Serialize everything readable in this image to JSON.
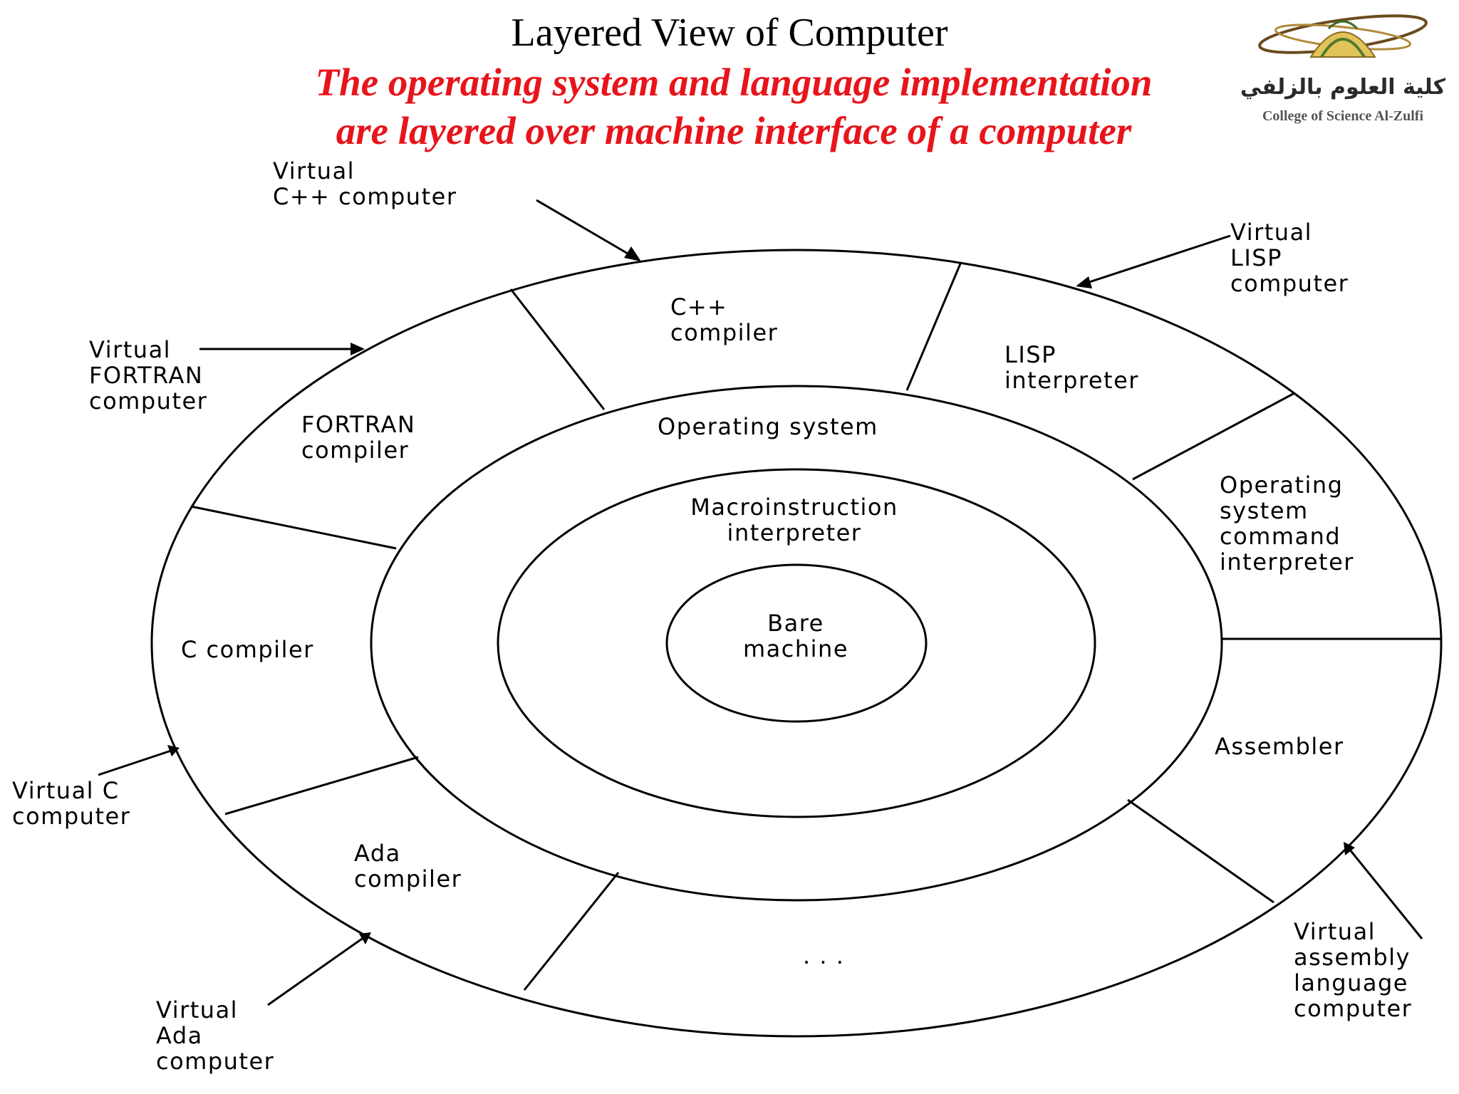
{
  "title": "Layered View of Computer",
  "subtitle_line1": "The operating system and language implementation",
  "subtitle_line2": "are layered over machine interface of a computer",
  "logo": {
    "arabic": "كلية العلوم بالزلفي",
    "english": "College of Science Al-Zulfi"
  },
  "colors": {
    "subtitle": "#e8141b",
    "lines": "#000000"
  },
  "layers": {
    "center": "Bare\nmachine",
    "ring1": "Macroinstruction\ninterpreter",
    "ring2": "Operating system"
  },
  "outer_segments": {
    "cpp": "C++\ncompiler",
    "lisp": "LISP\ninterpreter",
    "os_cmd": "Operating\nsystem\ncommand\ninterpreter",
    "assembler": "Assembler",
    "ellipsis": ". . .",
    "ada": "Ada\ncompiler",
    "c": "C compiler",
    "fortran": "FORTRAN\ncompiler"
  },
  "virtual_machines": {
    "cpp": "Virtual\nC++ computer",
    "lisp": "Virtual\nLISP\ncomputer",
    "fortran": "Virtual\nFORTRAN\ncomputer",
    "c": "Virtual C\ncomputer",
    "ada": "Virtual\nAda\ncomputer",
    "assembly": "Virtual\nassembly\nlanguage\ncomputer"
  }
}
